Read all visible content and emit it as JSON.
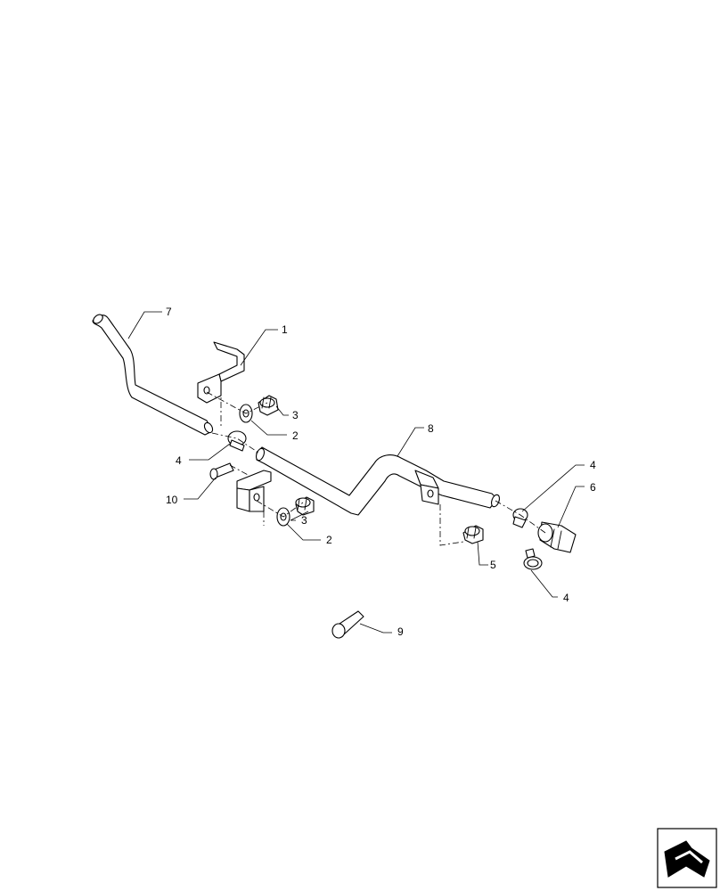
{
  "callouts": {
    "c1": "1",
    "c2a": "2",
    "c2b": "2",
    "c3a": "3",
    "c3b": "3",
    "c4a": "4",
    "c4b": "4",
    "c4c": "4",
    "c5": "5",
    "c6": "6",
    "c7": "7",
    "c8": "8",
    "c9": "9",
    "c10": "10"
  },
  "icons": {
    "nav": "next-page-arrow-icon"
  }
}
